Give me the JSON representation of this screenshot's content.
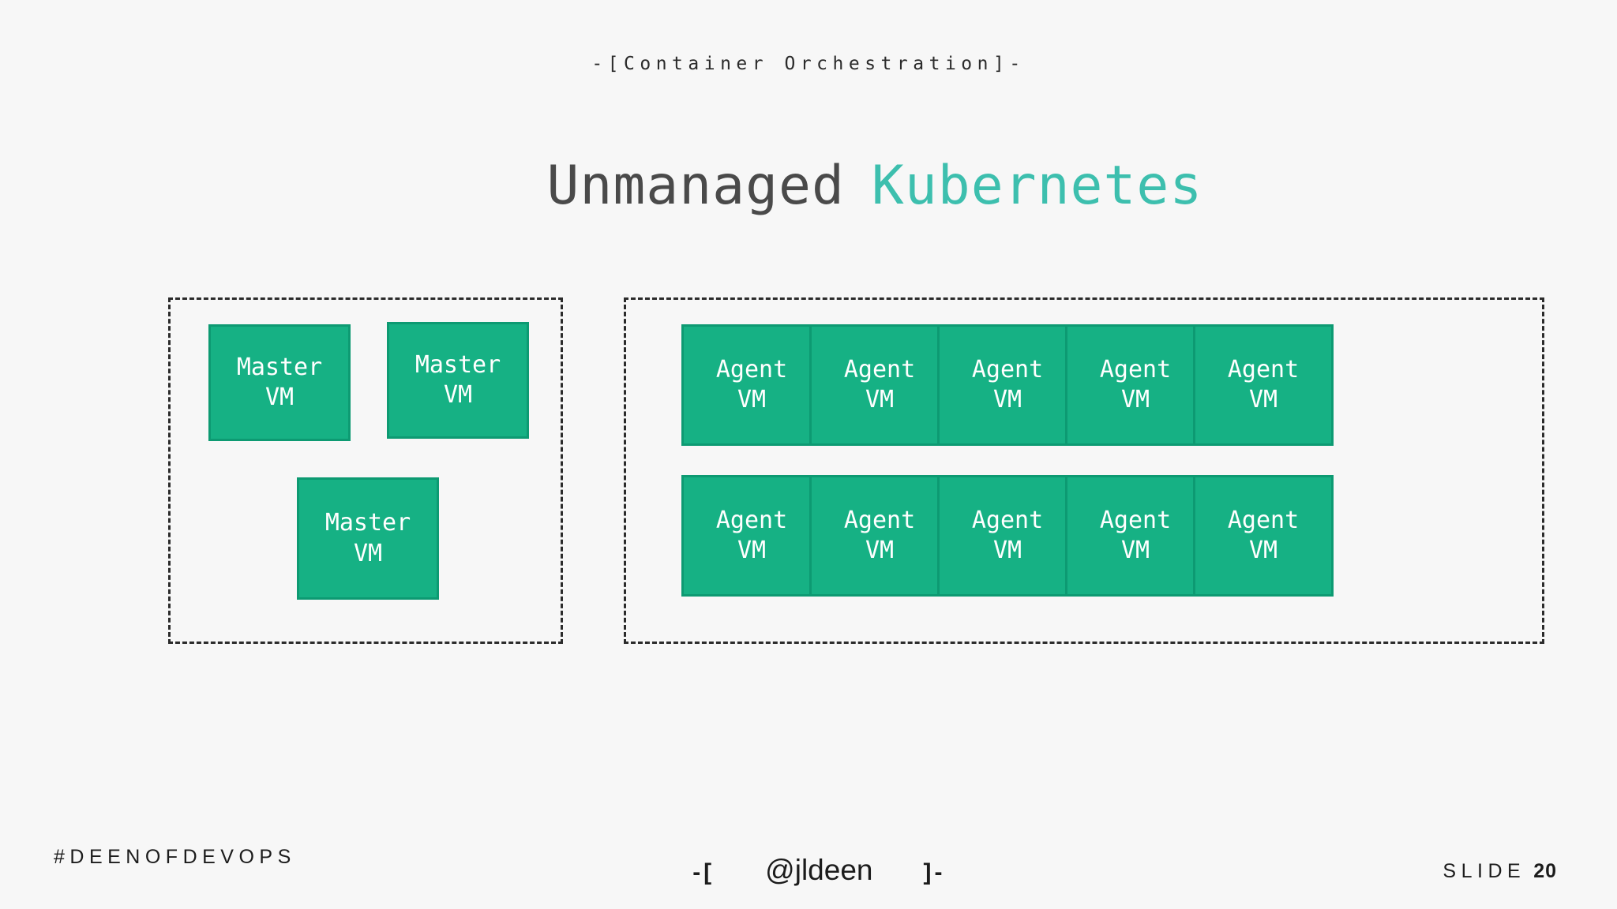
{
  "slide": {
    "background_color": "#f7f7f7",
    "eyebrow": "-[Container Orchestration]-",
    "title": {
      "main": "Unmanaged",
      "accent": "Kubernetes",
      "main_color": "#4a4a4a",
      "accent_color": "#3dbfae"
    }
  },
  "diagram": {
    "node_fill_color": "#16b184",
    "node_border_color": "#0d9a72",
    "group_border_color": "#2b2b2b",
    "groups": [
      {
        "id": "masters",
        "nodes": [
          {
            "kind": "Master",
            "sub": "VM"
          },
          {
            "kind": "Master",
            "sub": "VM"
          },
          {
            "kind": "Master",
            "sub": "VM"
          }
        ]
      },
      {
        "id": "agents",
        "rows": [
          [
            {
              "kind": "Agent",
              "sub": "VM"
            },
            {
              "kind": "Agent",
              "sub": "VM"
            },
            {
              "kind": "Agent",
              "sub": "VM"
            },
            {
              "kind": "Agent",
              "sub": "VM"
            },
            {
              "kind": "Agent",
              "sub": "VM"
            }
          ],
          [
            {
              "kind": "Agent",
              "sub": "VM"
            },
            {
              "kind": "Agent",
              "sub": "VM"
            },
            {
              "kind": "Agent",
              "sub": "VM"
            },
            {
              "kind": "Agent",
              "sub": "VM"
            },
            {
              "kind": "Agent",
              "sub": "VM"
            }
          ]
        ]
      }
    ]
  },
  "footer": {
    "hashtag": "#DEENOFDEVOPS",
    "bracket_open": "-[",
    "handle": "@jldeen",
    "bracket_close": "]-",
    "slide_label": "SLIDE",
    "slide_number": "20"
  }
}
